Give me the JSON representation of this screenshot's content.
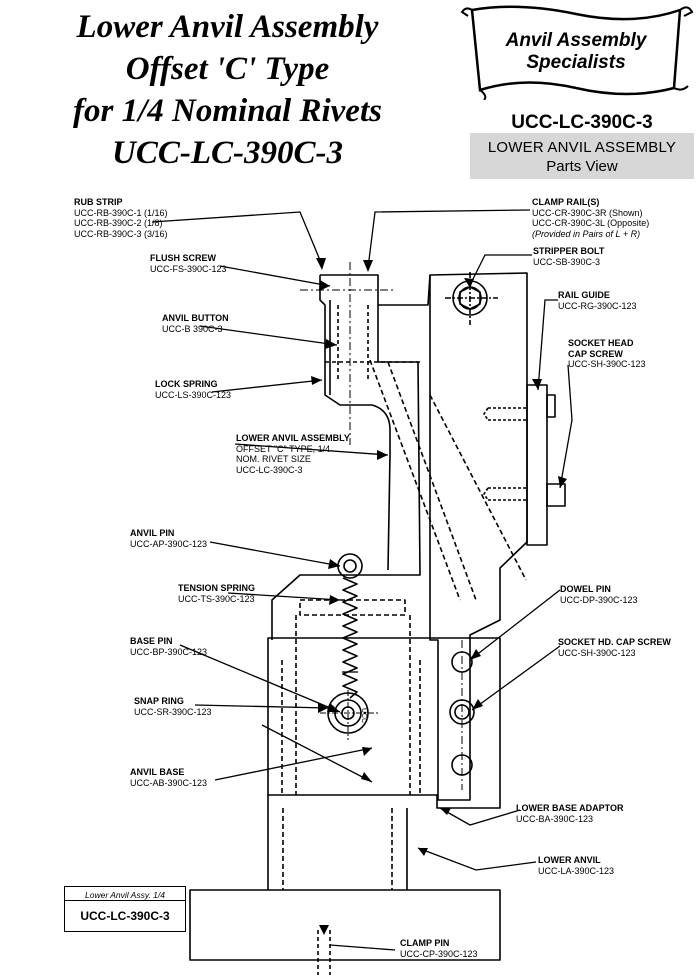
{
  "title": {
    "line1": "Lower Anvil Assembly",
    "line2": "Offset 'C' Type",
    "line3": "for 1/4 Nominal Rivets",
    "line4": "UCC-LC-390C-3"
  },
  "banner": {
    "line1": "Anvil Assembly",
    "line2": "Specialists"
  },
  "part_number": "UCC-LC-390C-3",
  "view_box": {
    "line1": "LOWER ANVIL ASSEMBLY",
    "line2": "Parts View"
  },
  "labels": {
    "rub_strip": {
      "name": "RUB STRIP",
      "l1": "UCC-RB-390C-1 (1/16)",
      "l2": "UCC-RB-390C-2 (1/8)",
      "l3": "UCC-RB-390C-3 (3/16)"
    },
    "flush_screw": {
      "name": "FLUSH SCREW",
      "code": "UCC-FS-390C-123"
    },
    "anvil_button": {
      "name": "ANVIL BUTTON",
      "code": "UCC-B 390C-3"
    },
    "lock_spring": {
      "name": "LOCK SPRING",
      "code": "UCC-LS-390C-123"
    },
    "lower_anvil_assembly": {
      "name": "LOWER ANVIL ASSEMBLY",
      "l1": "OFFSET \"C\" TYPE, 1/4",
      "l2": "NOM. RIVET SIZE",
      "l3": "UCC-LC-390C-3"
    },
    "anvil_pin": {
      "name": "ANVIL PIN",
      "code": "UCC-AP-390C-123"
    },
    "tension_spring": {
      "name": "TENSION SPRING",
      "code": "UCC-TS-390C-123"
    },
    "base_pin": {
      "name": "BASE PIN",
      "code": "UCC-BP-390C-123"
    },
    "snap_ring": {
      "name": "SNAP RING",
      "code": "UCC-SR-390C-123"
    },
    "anvil_base": {
      "name": "ANVIL BASE",
      "code": "UCC-AB-390C-123"
    },
    "clamp_rails": {
      "name": "CLAMP RAIL(S)",
      "l1": "UCC-CR-390C-3R (Shown)",
      "l2": "UCC-CR-390C-3L (Opposite)",
      "l3": "(Provided in Pairs of L + R)"
    },
    "stripper_bolt": {
      "name": "STRIPPER BOLT",
      "code": "UCC-SB-390C-3"
    },
    "rail_guide": {
      "name": "RAIL GUIDE",
      "code": "UCC-RG-390C-123"
    },
    "socket_head_cap_screw": {
      "name1": "SOCKET HEAD",
      "name2": "CAP SCREW",
      "code": "UCC-SH-390C-123"
    },
    "dowel_pin": {
      "name": "DOWEL PIN",
      "code": "UCC-DP-390C-123"
    },
    "socket_hd_cap_screw": {
      "name": "SOCKET HD. CAP SCREW",
      "code": "UCC-SH-390C-123"
    },
    "lower_base_adaptor": {
      "name": "LOWER BASE ADAPTOR",
      "code": "UCC-BA-390C-123"
    },
    "lower_anvil": {
      "name": "LOWER ANVIL",
      "code": "UCC-LA-390C-123"
    },
    "clamp_pin": {
      "name": "CLAMP PIN",
      "code": "UCC-CP-390C-123"
    }
  },
  "title_block": {
    "caption": "Lower Anvil Assy. 1/4",
    "part": "UCC-LC-390C-3"
  },
  "part_mark": "UCC"
}
